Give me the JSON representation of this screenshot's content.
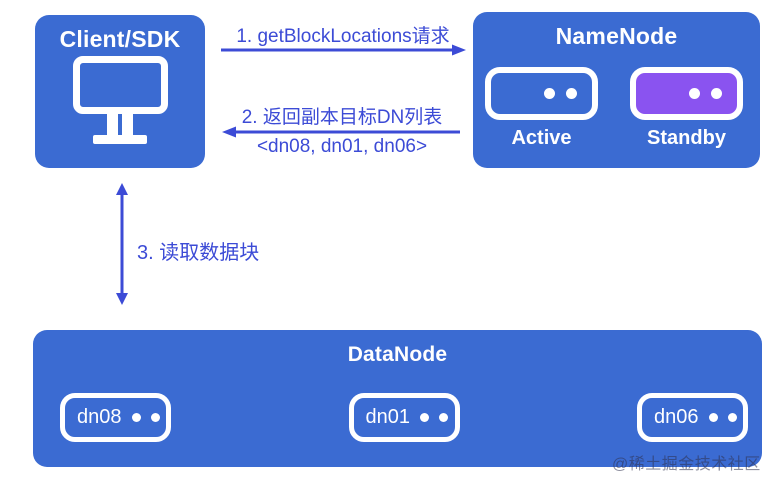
{
  "colors": {
    "box_blue": "#3B6BD2",
    "node_purple": "#8A53F0",
    "arrow_indigo": "#3C4BD6"
  },
  "client": {
    "title": "Client/SDK",
    "icon": "monitor-icon"
  },
  "namenode": {
    "title": "NameNode",
    "nodes": [
      {
        "label": "Active",
        "state_color": "#3B6BD2"
      },
      {
        "label": "Standby",
        "state_color": "#8A53F0"
      }
    ]
  },
  "datanode": {
    "title": "DataNode",
    "nodes": [
      {
        "label": "dn08"
      },
      {
        "label": "dn01"
      },
      {
        "label": "dn06"
      }
    ]
  },
  "arrows": [
    {
      "step": "1",
      "label": "1. getBlockLocations请求",
      "direction": "right",
      "from": "Client/SDK",
      "to": "NameNode"
    },
    {
      "step": "2",
      "label": "2. 返回副本目标DN列表",
      "sublabel": "<dn08, dn01, dn06>",
      "direction": "left",
      "from": "NameNode",
      "to": "Client/SDK"
    },
    {
      "step": "3",
      "label": "3. 读取数据块",
      "direction": "both-vertical",
      "from": "Client/SDK",
      "to": "DataNode"
    }
  ],
  "watermark": "@稀土掘金技术社区"
}
